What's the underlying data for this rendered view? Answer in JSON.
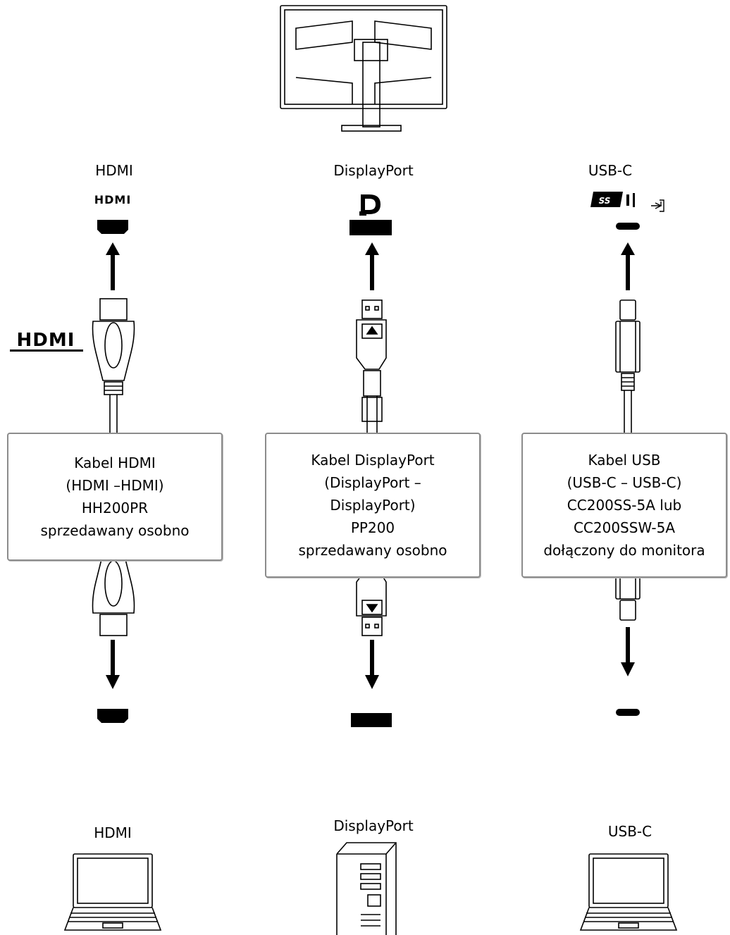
{
  "columns": [
    {
      "id": "hdmi",
      "monitor_port_label": "HDMI",
      "monitor_port_logo": "hdmi-logo",
      "cable_logo": "hdmi-logo",
      "cable_box": [
        "Kabel HDMI",
        "(HDMI –HDMI)",
        "HH200PR",
        "sprzedawany osobno"
      ],
      "pc_port_label": "HDMI",
      "pc_device": "laptop-icon"
    },
    {
      "id": "displayport",
      "monitor_port_label": "DisplayPort",
      "monitor_port_logo": "displayport-logo",
      "cable_box": [
        "Kabel DisplayPort",
        "(DisplayPort –",
        "DisplayPort)",
        "PP200",
        "sprzedawany osobno"
      ],
      "pc_port_label": "DisplayPort",
      "pc_device": "desktop-tower-icon"
    },
    {
      "id": "usbc",
      "monitor_port_label": "USB-C",
      "monitor_port_logo": "usb-superspeed-logo",
      "cable_box": [
        "Kabel USB",
        "(USB-C – USB-C)",
        "CC200SS-5A lub",
        "CC200SSW-5A",
        "dołączony do monitora"
      ],
      "pc_port_label": "USB-C",
      "pc_device": "laptop-icon"
    }
  ],
  "logos": {
    "hdmi_text": "HDMI",
    "hdmi_cable_logo_text": "HDMI",
    "usb_ss_text": "SS"
  },
  "colors": {
    "line": "#000000",
    "box_border": "#8c8c8c"
  }
}
